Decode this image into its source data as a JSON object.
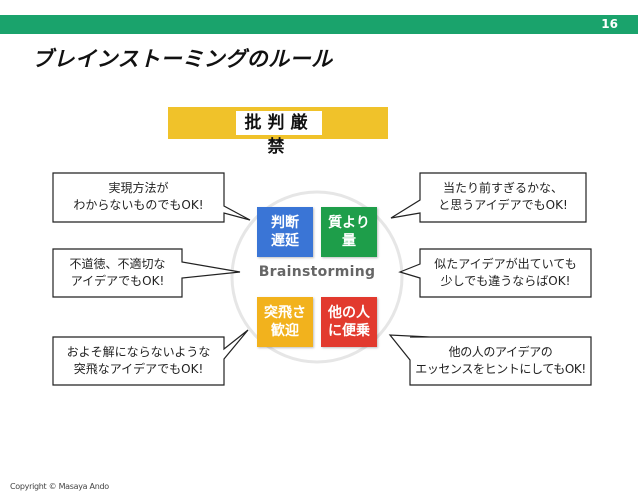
{
  "header": {
    "page_number": "16",
    "title": "ブレインストーミングのルール",
    "bar_color": "#1aa36c"
  },
  "banner": {
    "label": "批判厳禁",
    "color": "#f0c22a"
  },
  "center": {
    "label": "Brainstorming",
    "tiles": [
      {
        "line1": "判断",
        "line2": "遅延",
        "color": "#3a75d6"
      },
      {
        "line1": "質より",
        "line2": "量",
        "color": "#1e9e4a"
      },
      {
        "line1": "突飛さ",
        "line2": "歓迎",
        "color": "#f2b21d"
      },
      {
        "line1": "他の人",
        "line2": "に便乗",
        "color": "#e23a2e"
      }
    ]
  },
  "bubbles": {
    "top_left": {
      "line1": "実現方法が",
      "line2": "わからないものでもOK!"
    },
    "mid_left": {
      "line1": "不道徳、不適切な",
      "line2": "アイデアでもOK!"
    },
    "bottom_left": {
      "line1": "およそ解にならないような",
      "line2": "突飛なアイデアでもOK!"
    },
    "top_right": {
      "line1": "当たり前すぎるかな、",
      "line2": "と思うアイデアでもOK!"
    },
    "mid_right": {
      "line1": "似たアイデアが出ていても",
      "line2": "少しでも違うならばOK!"
    },
    "bottom_right": {
      "line1": "他の人のアイデアの",
      "line2": "エッセンスをヒントにしてもOK!"
    }
  },
  "footer": {
    "copyright": "Copyright © Masaya Ando"
  }
}
